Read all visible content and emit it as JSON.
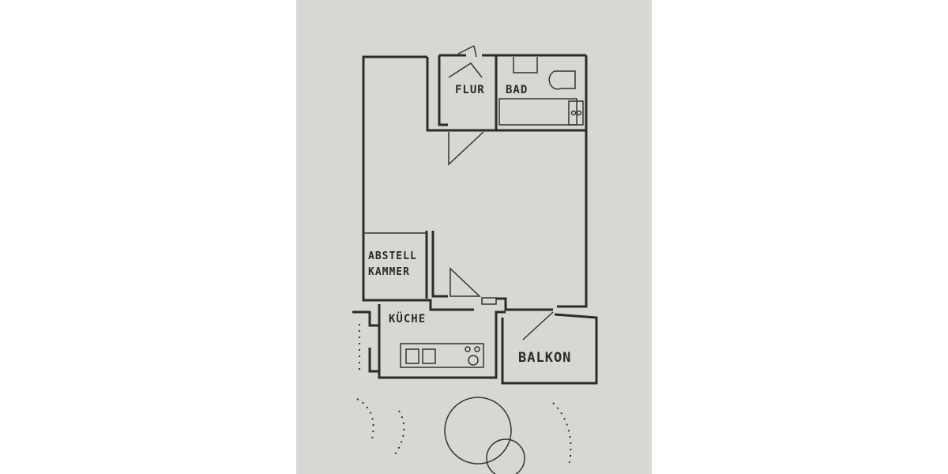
{
  "floor_plan": {
    "rooms": [
      {
        "id": "flur",
        "label": "FLUR"
      },
      {
        "id": "bad",
        "label": "BAD"
      },
      {
        "id": "abstell",
        "label_line1": "ABSTELL",
        "label_line2": "KAMMER"
      },
      {
        "id": "kueche",
        "label": "KÜCHE"
      },
      {
        "id": "balkon",
        "label": "BALKON"
      }
    ],
    "colors": {
      "paper": "#d9d7d3",
      "ink": "#2b2b2b",
      "background": "#ffffff"
    }
  }
}
